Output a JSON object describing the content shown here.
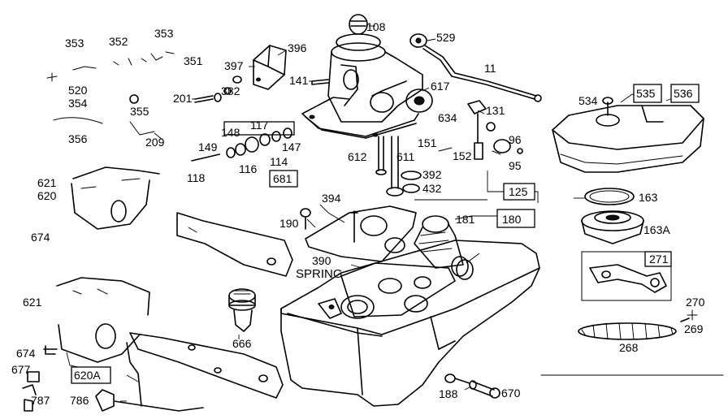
{
  "diagram": {
    "labels": [
      {
        "id": "108",
        "text": "108"
      },
      {
        "id": "529",
        "text": "529"
      },
      {
        "id": "353a",
        "text": "353"
      },
      {
        "id": "352",
        "text": "352"
      },
      {
        "id": "353b",
        "text": "353"
      },
      {
        "id": "351",
        "text": "351"
      },
      {
        "id": "396",
        "text": "396"
      },
      {
        "id": "397",
        "text": "397"
      },
      {
        "id": "11",
        "text": "11"
      },
      {
        "id": "141",
        "text": "141"
      },
      {
        "id": "617",
        "text": "617"
      },
      {
        "id": "520",
        "text": "520"
      },
      {
        "id": "354",
        "text": "354"
      },
      {
        "id": "355",
        "text": "355"
      },
      {
        "id": "201",
        "text": "201"
      },
      {
        "id": "382",
        "text": "382"
      },
      {
        "id": "534",
        "text": "534"
      },
      {
        "id": "535",
        "text": "535"
      },
      {
        "id": "536",
        "text": "536"
      },
      {
        "id": "131",
        "text": "131"
      },
      {
        "id": "634",
        "text": "634"
      },
      {
        "id": "117",
        "text": "117"
      },
      {
        "id": "148",
        "text": "148"
      },
      {
        "id": "356",
        "text": "356"
      },
      {
        "id": "209",
        "text": "209"
      },
      {
        "id": "149",
        "text": "149"
      },
      {
        "id": "147",
        "text": "147"
      },
      {
        "id": "96",
        "text": "96"
      },
      {
        "id": "151",
        "text": "151"
      },
      {
        "id": "152",
        "text": "152"
      },
      {
        "id": "95",
        "text": "95"
      },
      {
        "id": "612",
        "text": "612"
      },
      {
        "id": "611",
        "text": "611"
      },
      {
        "id": "114",
        "text": "114"
      },
      {
        "id": "116",
        "text": "116"
      },
      {
        "id": "118",
        "text": "118"
      },
      {
        "id": "681",
        "text": "681"
      },
      {
        "id": "392",
        "text": "392"
      },
      {
        "id": "432",
        "text": "432"
      },
      {
        "id": "621a",
        "text": "621"
      },
      {
        "id": "620",
        "text": "620"
      },
      {
        "id": "125",
        "text": "125"
      },
      {
        "id": "163",
        "text": "163"
      },
      {
        "id": "394",
        "text": "394"
      },
      {
        "id": "190",
        "text": "190"
      },
      {
        "id": "181",
        "text": "181"
      },
      {
        "id": "180",
        "text": "180"
      },
      {
        "id": "163A",
        "text": "163A"
      },
      {
        "id": "674a",
        "text": "674"
      },
      {
        "id": "271",
        "text": "271"
      },
      {
        "id": "390",
        "text": "390"
      },
      {
        "id": "spring",
        "text": "SPRING"
      },
      {
        "id": "621b",
        "text": "621"
      },
      {
        "id": "270",
        "text": "270"
      },
      {
        "id": "269",
        "text": "269"
      },
      {
        "id": "666",
        "text": "666"
      },
      {
        "id": "268",
        "text": "268"
      },
      {
        "id": "674b",
        "text": "674"
      },
      {
        "id": "677",
        "text": "677"
      },
      {
        "id": "620A",
        "text": "620A"
      },
      {
        "id": "188",
        "text": "188"
      },
      {
        "id": "670",
        "text": "670"
      },
      {
        "id": "787",
        "text": "787"
      },
      {
        "id": "786",
        "text": "786"
      }
    ]
  }
}
